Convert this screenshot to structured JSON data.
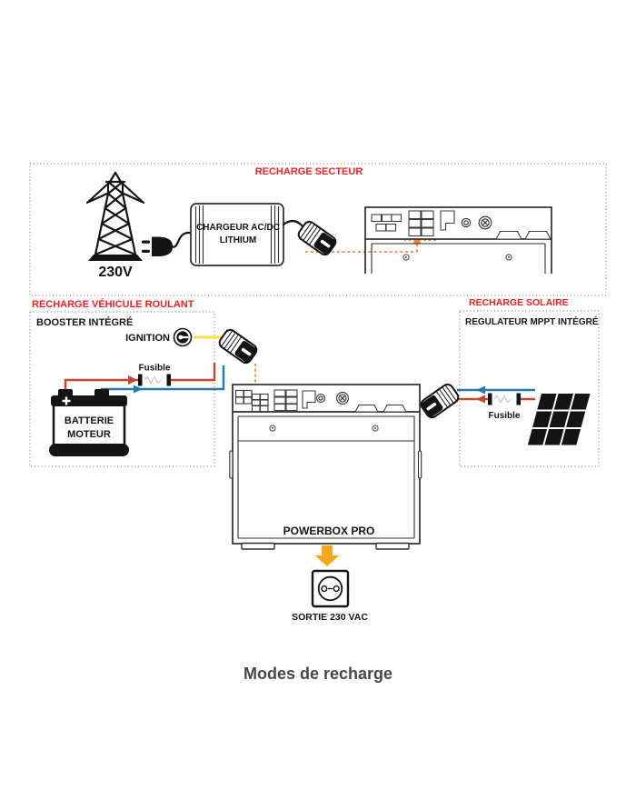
{
  "colors": {
    "red": "#ee2125",
    "ink": "#141414",
    "wire_red": "#c2472f",
    "wire_blue": "#2478aa",
    "wire_yellow": "#f8e13a",
    "dash_orange": "#f5823a",
    "arrow_amber": "#f6a81c",
    "border_gray": "#9b9b9b",
    "caption_gray": "#474747"
  },
  "icons": [
    "electricity-pylon-icon",
    "power-plug-icon",
    "ac-dc-charger-icon",
    "connector-plug-icon",
    "ignition-switch-icon",
    "fuse-icon",
    "car-battery-icon",
    "solar-panel-icon",
    "powerbox-rear-panel-icon",
    "wall-socket-icon",
    "down-arrow-icon"
  ],
  "sections": {
    "secteur": {
      "title": "RECHARGE SECTEUR",
      "grid_voltage": "230V",
      "charger_line1": "CHARGEUR AC/DC",
      "charger_line2": "LITHIUM"
    },
    "vehicule": {
      "title": "RECHARGE VÉHICULE ROULANT",
      "subtitle": "BOOSTER INTÉGRÉ",
      "ignition": "IGNITION",
      "fuse": "Fusible",
      "battery_line1": "BATTERIE",
      "battery_line2": "MOTEUR"
    },
    "solaire": {
      "title": "RECHARGE SOLAIRE",
      "subtitle": "REGULATEUR MPPT INTÉGRÉ",
      "fuse": "Fusible"
    }
  },
  "device": {
    "name": "POWERBOX PRO",
    "output": "SORTIE 230 VAC"
  },
  "caption": "Modes de recharge"
}
